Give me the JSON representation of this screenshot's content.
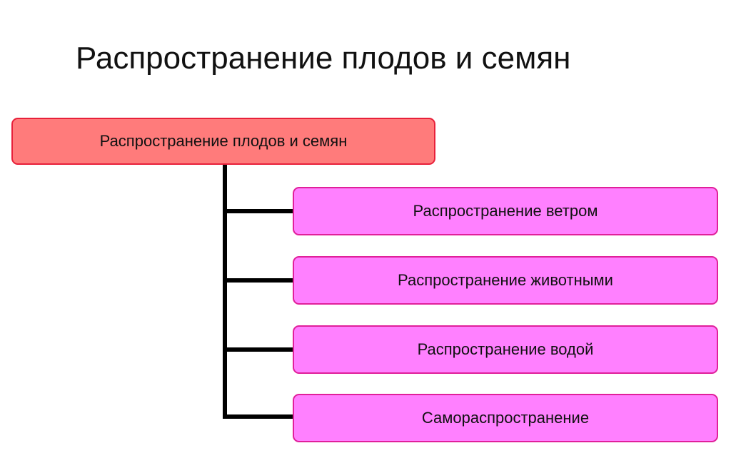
{
  "title": "Распространение плодов и семян",
  "root": {
    "label": "Распространение плодов и семян"
  },
  "children": [
    {
      "label": "Распространение ветром"
    },
    {
      "label": "Распространение животными"
    },
    {
      "label": "Распространение водой"
    },
    {
      "label": "Самораспространение"
    }
  ],
  "colors": {
    "root_fill": "#ff7b7b",
    "root_border": "#e8203a",
    "child_fill": "#ff80ff",
    "child_border": "#e0209a",
    "connector": "#000000"
  }
}
